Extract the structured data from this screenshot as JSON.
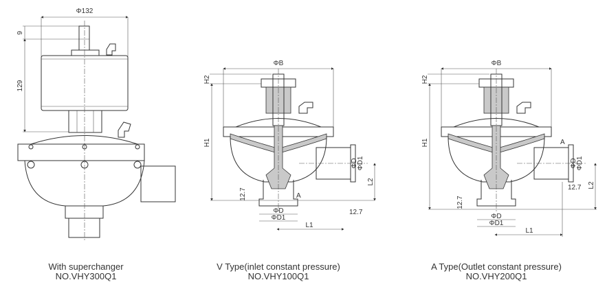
{
  "drawings": [
    {
      "caption": "With superchanger",
      "model": "NO.VHY300Q1",
      "dims": {
        "diameter": "Φ132",
        "top": "9",
        "height": "129"
      }
    },
    {
      "caption": "V Type(inlet constant pressure)",
      "model": "NO.VHY100Q1",
      "dims": {
        "diameter": "ΦB",
        "h2": "H2",
        "h1": "H1",
        "d": "ΦD",
        "d1": "ΦD1",
        "side_d": "ΦD",
        "side_d1": "ΦD1",
        "l2": "L2",
        "l1": "L1",
        "a": "A",
        "flange_left": "12.7",
        "flange_right": "12.7"
      }
    },
    {
      "caption": "A Type(Outlet constant pressure)",
      "model": "NO.VHY200Q1",
      "dims": {
        "diameter": "ΦB",
        "h2": "H2",
        "h1": "H1",
        "d": "ΦD",
        "d1": "ΦD1",
        "side_d": "ΦD",
        "side_d1": "ΦD1",
        "l2": "L2",
        "l1": "L1",
        "a": "A",
        "flange_left": "12.7",
        "flange_right": "12.7"
      }
    }
  ]
}
